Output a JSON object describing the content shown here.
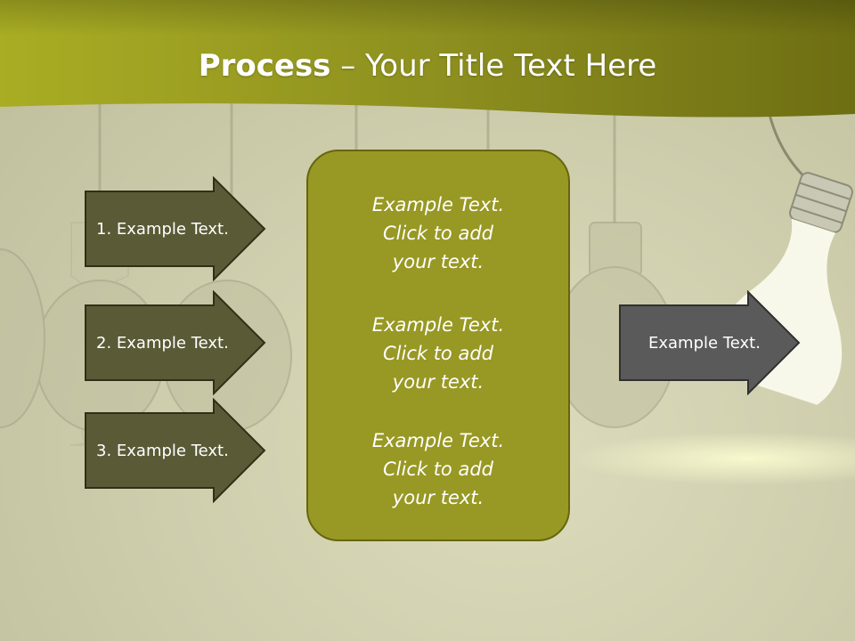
{
  "title": {
    "bold": "Process",
    "rest": " – Your Title Text Here"
  },
  "left_steps": [
    "1. Example Text.",
    "2. Example Text.",
    "3. Example Text."
  ],
  "center_blocks": [
    {
      "line1": "Example Text.",
      "line2": "Click  to add",
      "line3": "your text."
    },
    {
      "line1": "Example Text.",
      "line2": "Click  to add",
      "line3": "your text."
    },
    {
      "line1": "Example Text.",
      "line2": "Click  to add",
      "line3": "your text."
    }
  ],
  "output": "Example Text.",
  "colors": {
    "header_band": "#8f9022",
    "step_arrow_fill": "#5a5a37",
    "center_box_fill": "#989824",
    "output_arrow_fill": "#5a5a5a"
  }
}
